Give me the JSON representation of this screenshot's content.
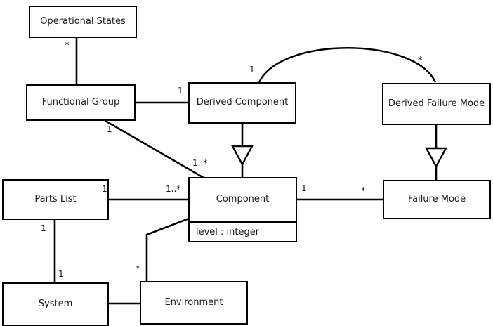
{
  "diagram": {
    "type": "uml-class-diagram",
    "background_color": "#ffffff",
    "line_color": "#000000",
    "text_color": "#1a1a1a",
    "classes": [
      {
        "id": "operational-states",
        "name": "Operational States",
        "attributes": []
      },
      {
        "id": "functional-group",
        "name": "Functional Group",
        "attributes": []
      },
      {
        "id": "derived-component",
        "name": "Derived Component",
        "attributes": []
      },
      {
        "id": "derived-failure-mode",
        "name": "Derived Failure Mode",
        "attributes": []
      },
      {
        "id": "parts-list",
        "name": "Parts List",
        "attributes": []
      },
      {
        "id": "component",
        "name": "Component",
        "attributes": [
          "level : integer"
        ]
      },
      {
        "id": "failure-mode",
        "name": "Failure Mode",
        "attributes": []
      },
      {
        "id": "system",
        "name": "System",
        "attributes": []
      },
      {
        "id": "environment",
        "name": "Environment",
        "attributes": []
      }
    ],
    "multiplicities": [
      {
        "id": "m-opstates-fg",
        "text": "*",
        "near": "operational-states-functional-group"
      },
      {
        "id": "m-fg-dc",
        "text": "1",
        "near": "functional-group-derived-component"
      },
      {
        "id": "m-fg-comp",
        "text": "1",
        "near": "functional-group-component"
      },
      {
        "id": "m-comp-fg",
        "text": "1..*",
        "near": "component-functional-group"
      },
      {
        "id": "m-dc-dfm",
        "text": "1",
        "near": "derived-component-arc"
      },
      {
        "id": "m-dfm-dc",
        "text": "*",
        "near": "derived-failure-mode-arc"
      },
      {
        "id": "m-partslist-comp",
        "text": "1",
        "near": "parts-list-component"
      },
      {
        "id": "m-comp-partslist",
        "text": "1..*",
        "near": "component-parts-list"
      },
      {
        "id": "m-comp-fm",
        "text": "1",
        "near": "component-failure-mode"
      },
      {
        "id": "m-fm-comp",
        "text": "*",
        "near": "failure-mode-component"
      },
      {
        "id": "m-partslist-system",
        "text": "1",
        "near": "parts-list-system"
      },
      {
        "id": "m-system-partslist",
        "text": "1",
        "near": "system-parts-list"
      },
      {
        "id": "m-env-comp",
        "text": "*",
        "near": "environment-component"
      }
    ],
    "relationships": [
      {
        "id": "r-opstates-fg",
        "kind": "association",
        "from": "operational-states",
        "to": "functional-group"
      },
      {
        "id": "r-fg-dc",
        "kind": "association",
        "from": "functional-group",
        "to": "derived-component"
      },
      {
        "id": "r-fg-comp",
        "kind": "association",
        "from": "functional-group",
        "to": "component"
      },
      {
        "id": "r-dc-dfm",
        "kind": "association-arc",
        "from": "derived-component",
        "to": "derived-failure-mode"
      },
      {
        "id": "r-dc-comp",
        "kind": "generalization",
        "from": "derived-component",
        "to": "component"
      },
      {
        "id": "r-dfm-fm",
        "kind": "generalization",
        "from": "derived-failure-mode",
        "to": "failure-mode"
      },
      {
        "id": "r-partslist-comp",
        "kind": "association",
        "from": "parts-list",
        "to": "component"
      },
      {
        "id": "r-comp-fm",
        "kind": "association",
        "from": "component",
        "to": "failure-mode"
      },
      {
        "id": "r-partslist-system",
        "kind": "association",
        "from": "parts-list",
        "to": "system"
      },
      {
        "id": "r-system-env",
        "kind": "association",
        "from": "system",
        "to": "environment"
      },
      {
        "id": "r-env-comp",
        "kind": "association",
        "from": "environment",
        "to": "component"
      }
    ]
  }
}
